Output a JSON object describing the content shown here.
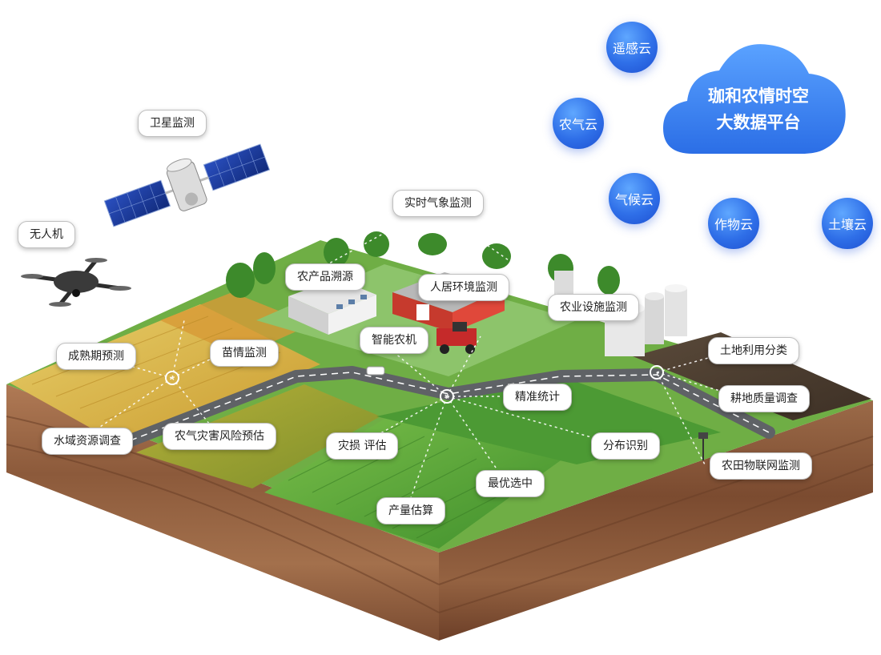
{
  "platform": {
    "title_line1": "珈和农情时空",
    "title_line2": "大数据平台",
    "color": "#2f7bf0"
  },
  "clouds": {
    "remote_sensing": "遥感云",
    "agri_weather": "农气云",
    "climate": "气候云",
    "crop": "作物云",
    "soil": "土壤云"
  },
  "labels": {
    "satellite": "卫星监测",
    "drone": "无人机",
    "weather_monitor": "实时气象监测",
    "traceability": "农产品溯源",
    "living_env": "人居环境监测",
    "facility": "农业设施监测",
    "smart_machine": "智能农机",
    "maturity": "成熟期预测",
    "seedling": "苗情监测",
    "land_use": "土地利用分类",
    "precision": "精准统计",
    "soil_quality": "耕地质量调查",
    "water": "水域资源调查",
    "disaster_risk": "农气灾害风险预估",
    "damage": "灾损 评估",
    "distribution": "分布识别",
    "iot": "农田物联网监测",
    "optimal": "最优选中",
    "yield": "产量估算"
  },
  "icons": [
    "satellite-icon",
    "drone-icon",
    "cloud-icon"
  ],
  "colors": {
    "bubble": "#2f6fe8",
    "grass": "#5aa83a",
    "wheat": "#d8b640",
    "soil": "#8a5a3a"
  }
}
